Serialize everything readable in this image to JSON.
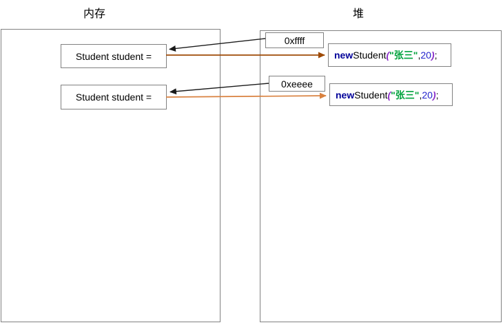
{
  "titles": {
    "memory": "内存",
    "heap": "堆"
  },
  "memory": {
    "variables": [
      {
        "label": "Student student ="
      },
      {
        "label": "Student student ="
      }
    ]
  },
  "heap": {
    "slots": [
      {
        "address": "0xffff",
        "code": {
          "kw": "new",
          "cls": "Student",
          "open": "(",
          "str": "\"张三\"",
          "sep": ", ",
          "num": "20",
          "close": ")",
          "end": ";"
        }
      },
      {
        "address": "0xeeee",
        "code": {
          "kw": "new",
          "cls": "Student",
          "open": "(",
          "str": "\"张三\"",
          "sep": ", ",
          "num": "20",
          "close": ")",
          "end": ";"
        }
      }
    ]
  },
  "icons": {
    "reference_arrow": "left-arrow-icon",
    "assignment_arrow": "right-arrow-icon"
  },
  "colors": {
    "keyword": "#000099",
    "string": "#00a33d",
    "number": "#2222cc",
    "paren": "#8b2fc9",
    "arrow_black": "#1a1a1a",
    "arrow_orange_dark": "#9e4a06",
    "arrow_orange_light": "#d9813f",
    "box_border": "#808080"
  }
}
